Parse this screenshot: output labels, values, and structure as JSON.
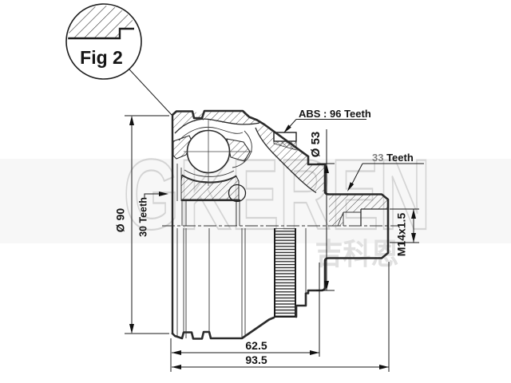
{
  "drawing": {
    "figure_label": "Fig 2",
    "annotations": {
      "abs_ring_label": "ABS : 96 Teeth",
      "outer_teeth_count": "33",
      "outer_teeth_word": " Teeth",
      "inner_spline_label": "30 Teeth",
      "thread_label": "M14x1.5"
    },
    "dimensions": {
      "outer_diameter": "Ø 90",
      "ring_diameter": "Ø 53",
      "length_inner": "62.5",
      "length_total": "93.5"
    },
    "watermark": {
      "brand": "GKEREN",
      "cjk": "吉科恩"
    }
  }
}
